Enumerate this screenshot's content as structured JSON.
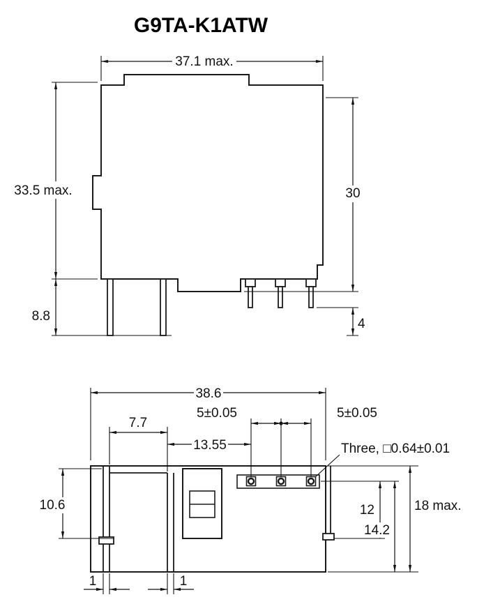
{
  "title": "G9TA-K1ATW",
  "top_view": {
    "dim_width": "37.1 max.",
    "dim_height_overall": "33.5 max.",
    "dim_height_case": "30",
    "dim_pin_length": "8.8",
    "dim_terminal_length": "4"
  },
  "bottom_view": {
    "dim_width": "38.6",
    "dim_pitch_1": "5±0.05",
    "dim_pitch_2": "5±0.05",
    "dim_offset_1": "7.7",
    "dim_offset_2": "13.55",
    "note_terminals": "Three, □0.64±0.01",
    "dim_height_1": "10.6",
    "dim_height_2": "12",
    "dim_height_3": "14.2",
    "dim_height_4": "18 max.",
    "dim_thickness_1": "1",
    "dim_thickness_2": "1"
  }
}
